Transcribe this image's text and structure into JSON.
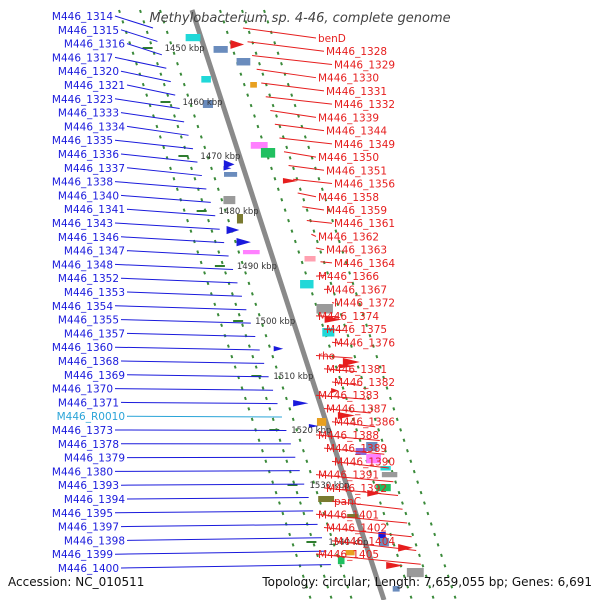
{
  "title": "Methylobacterium sp. 4-46, complete genome",
  "footer": {
    "accession": "Accession: NC_010511",
    "topology": "Topology: circular; Length: 7,659,055 bp; Genes: 6,691"
  },
  "colors": {
    "minus_strand": "#1a1adc",
    "plus_strand": "#e61e1e",
    "rna": "#2aa4d8"
  },
  "kbp_marks": [
    "1450 kbp",
    "1460 kbp",
    "1470 kbp",
    "1480 kbp",
    "1490 kbp",
    "1500 kbp",
    "1510 kbp",
    "1520 kbp",
    "1530 kbp",
    "1540 kbp"
  ],
  "left_labels": [
    "M446_1314",
    "M446_1315",
    "M446_1316",
    "M446_1317",
    "M446_1320",
    "M446_1321",
    "M446_1323",
    "M446_1333",
    "M446_1334",
    "M446_1335",
    "M446_1336",
    "M446_1337",
    "M446_1338",
    "M446_1340",
    "M446_1341",
    "M446_1343",
    "M446_1346",
    "M446_1347",
    "M446_1348",
    "M446_1352",
    "M446_1353",
    "M446_1354",
    "M446_1355",
    "M446_1357",
    "M446_1360",
    "M446_1368",
    "M446_1369",
    "M446_1370",
    "M446_1371",
    "M446_R0010",
    "M446_1373",
    "M446_1378",
    "M446_1379",
    "M446_1380",
    "M446_1393",
    "M446_1394",
    "M446_1395",
    "M446_1397",
    "M446_1398",
    "M446_1399",
    "M446_1400"
  ],
  "right_labels": [
    "benD",
    "M446_1328",
    "M446_1329",
    "M446_1330",
    "M446_1331",
    "M446_1332",
    "M446_1339",
    "M446_1344",
    "M446_1349",
    "M446_1350",
    "M446_1351",
    "M446_1356",
    "M446_1358",
    "M446_1359",
    "M446_1361",
    "M446_1362",
    "M446_1363",
    "M446_1364",
    "M446_1366",
    "M446_1367",
    "M446_1372",
    "M446_1374",
    "M446_1375",
    "M446_1376",
    "rho",
    "M446_1381",
    "M446_1382",
    "M446_1383",
    "M446_1387",
    "M446_1386",
    "M446_1388",
    "M446_1389",
    "M446_1390",
    "M446_1391",
    "M446_1392",
    "panC",
    "M446_1401",
    "M446_1402",
    "M446_1404",
    "M446_1405"
  ]
}
